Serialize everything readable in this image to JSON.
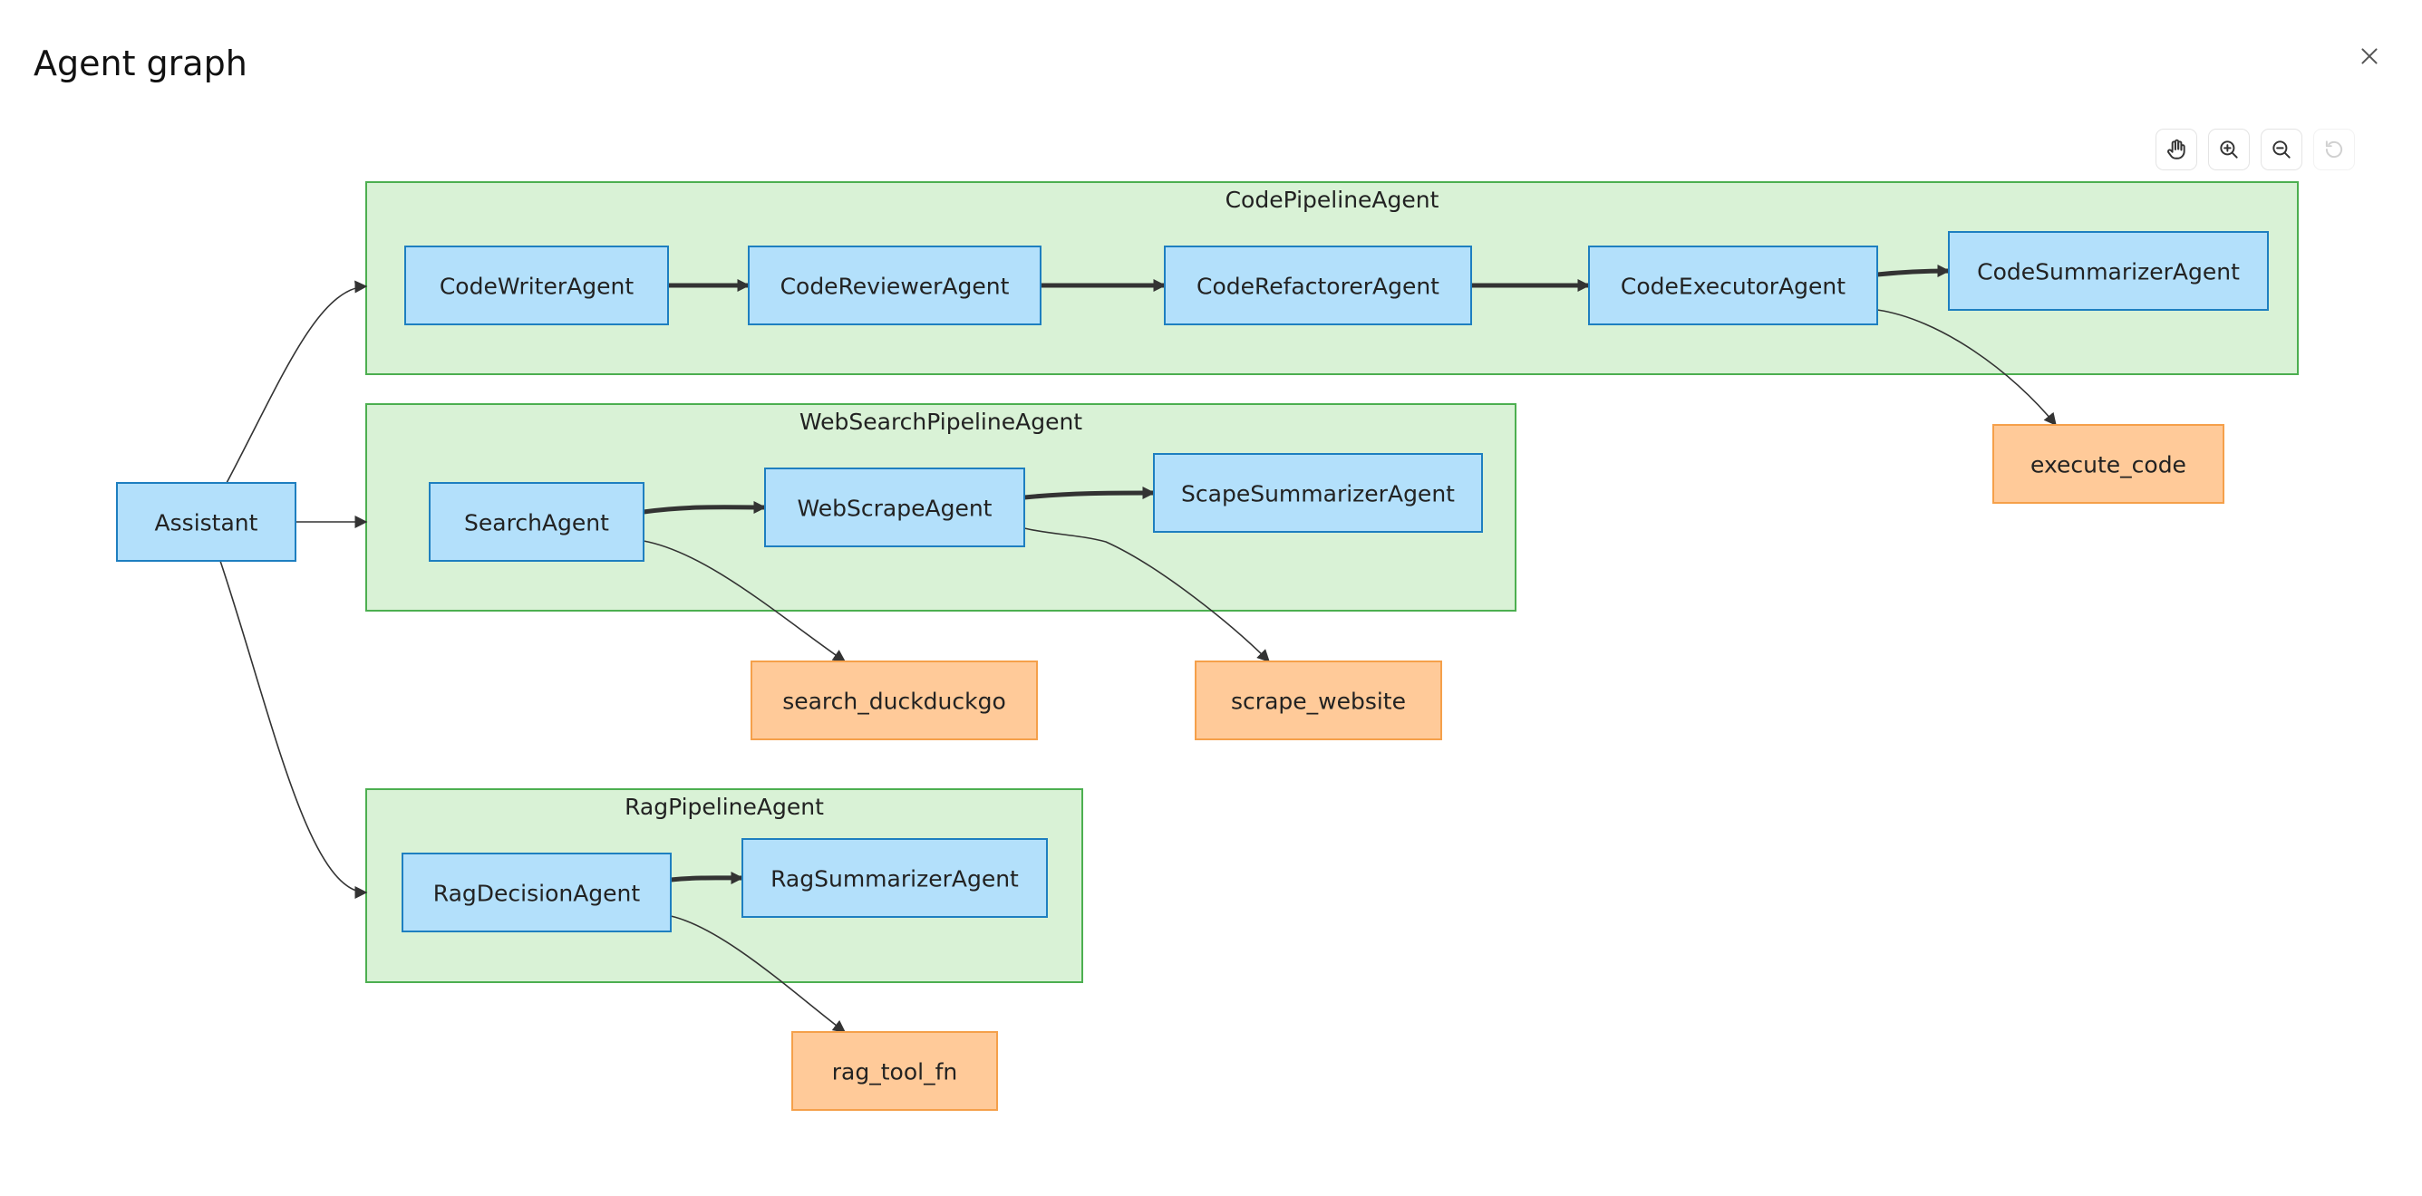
{
  "header": {
    "title": "Agent graph"
  },
  "icons": {
    "close": "close-icon",
    "pan": "hand-icon",
    "zoom_in": "zoom-in-icon",
    "zoom_out": "zoom-out-icon",
    "reset": "reset-icon"
  },
  "colors": {
    "cluster_fill": "#d9f2d6",
    "cluster_stroke": "#4caf50",
    "agent_fill": "#b3e0fb",
    "agent_stroke": "#1e7fc0",
    "tool_fill": "#ffca99",
    "tool_stroke": "#f5a04a",
    "edge": "#333333"
  },
  "graph": {
    "clusters": [
      {
        "id": "code",
        "label": "CodePipelineAgent"
      },
      {
        "id": "web",
        "label": "WebSearchPipelineAgent"
      },
      {
        "id": "rag",
        "label": "RagPipelineAgent"
      }
    ],
    "nodes": [
      {
        "id": "assistant",
        "label": "Assistant",
        "kind": "agent"
      },
      {
        "id": "codewriter",
        "label": "CodeWriterAgent",
        "kind": "agent",
        "cluster": "code"
      },
      {
        "id": "codereviewer",
        "label": "CodeReviewerAgent",
        "kind": "agent",
        "cluster": "code"
      },
      {
        "id": "coderefactorer",
        "label": "CodeRefactorerAgent",
        "kind": "agent",
        "cluster": "code"
      },
      {
        "id": "codeexecutor",
        "label": "CodeExecutorAgent",
        "kind": "agent",
        "cluster": "code"
      },
      {
        "id": "codesummarizer",
        "label": "CodeSummarizerAgent",
        "kind": "agent",
        "cluster": "code"
      },
      {
        "id": "execute_code",
        "label": "execute_code",
        "kind": "tool"
      },
      {
        "id": "searchagent",
        "label": "SearchAgent",
        "kind": "agent",
        "cluster": "web"
      },
      {
        "id": "webscrape",
        "label": "WebScrapeAgent",
        "kind": "agent",
        "cluster": "web"
      },
      {
        "id": "scapesummarizer",
        "label": "ScapeSummarizerAgent",
        "kind": "agent",
        "cluster": "web"
      },
      {
        "id": "search_duckduckgo",
        "label": "search_duckduckgo",
        "kind": "tool"
      },
      {
        "id": "scrape_website",
        "label": "scrape_website",
        "kind": "tool"
      },
      {
        "id": "ragdecision",
        "label": "RagDecisionAgent",
        "kind": "agent",
        "cluster": "rag"
      },
      {
        "id": "ragsummarizer",
        "label": "RagSummarizerAgent",
        "kind": "agent",
        "cluster": "rag"
      },
      {
        "id": "rag_tool_fn",
        "label": "rag_tool_fn",
        "kind": "tool"
      }
    ],
    "edges": [
      {
        "from": "assistant",
        "to": "code",
        "style": "thin"
      },
      {
        "from": "assistant",
        "to": "web",
        "style": "thin"
      },
      {
        "from": "assistant",
        "to": "rag",
        "style": "thin"
      },
      {
        "from": "codewriter",
        "to": "codereviewer",
        "style": "thick"
      },
      {
        "from": "codereviewer",
        "to": "coderefactorer",
        "style": "thick"
      },
      {
        "from": "coderefactorer",
        "to": "codeexecutor",
        "style": "thick"
      },
      {
        "from": "codeexecutor",
        "to": "codesummarizer",
        "style": "thick"
      },
      {
        "from": "codeexecutor",
        "to": "execute_code",
        "style": "thin"
      },
      {
        "from": "searchagent",
        "to": "webscrape",
        "style": "thick"
      },
      {
        "from": "webscrape",
        "to": "scapesummarizer",
        "style": "thick"
      },
      {
        "from": "searchagent",
        "to": "search_duckduckgo",
        "style": "thin"
      },
      {
        "from": "webscrape",
        "to": "scrape_website",
        "style": "thin"
      },
      {
        "from": "ragdecision",
        "to": "ragsummarizer",
        "style": "thick"
      },
      {
        "from": "ragdecision",
        "to": "rag_tool_fn",
        "style": "thin"
      }
    ]
  }
}
